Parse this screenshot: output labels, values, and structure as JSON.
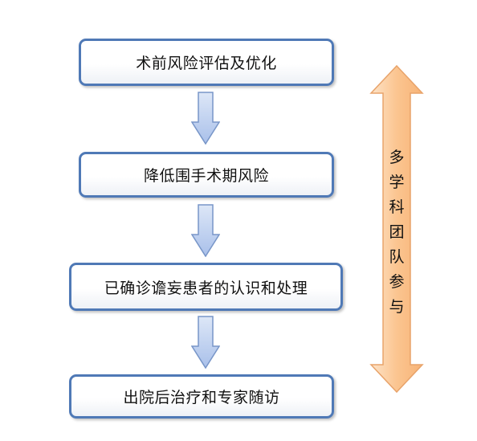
{
  "steps": [
    {
      "label": "术前风险评估及优化"
    },
    {
      "label": "降低围手术期风险"
    },
    {
      "label": "已确诊谵妄患者的认识和处理"
    },
    {
      "label": "出院后治疗和专家随访"
    }
  ],
  "side_label": {
    "chars": [
      "多",
      "学",
      "科",
      "团",
      "队",
      "参",
      "与"
    ]
  },
  "colors": {
    "box_border": "#4f79b6",
    "down_arrow_fill": "#b9cdef",
    "down_arrow_stroke": "#7896c8",
    "double_arrow_fill": "#fcc796",
    "double_arrow_stroke": "#e8a36a"
  }
}
